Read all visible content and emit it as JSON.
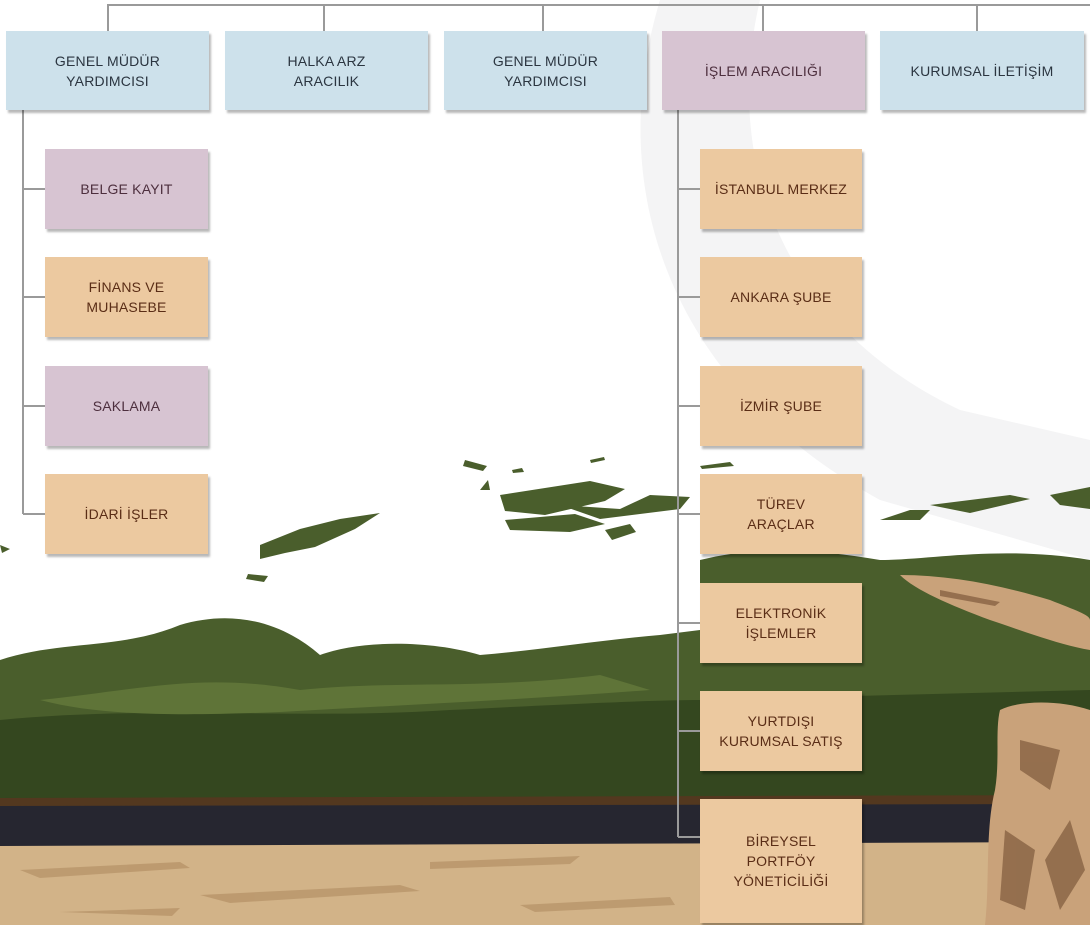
{
  "colors": {
    "blue": "#cde1eb",
    "lilac": "#d7c4d2",
    "tan": "#ecc9a0",
    "connector": "#9a9a9a",
    "grass": "#4a5e2c",
    "road": "#262630",
    "sand": "#d2b388"
  },
  "top_units": [
    {
      "label": "GENEL MÜDÜR\nYARDIMCISI",
      "color": "blue"
    },
    {
      "label": "HALKA ARZ\nARACILIK",
      "color": "blue"
    },
    {
      "label": "GENEL MÜDÜR\nYARDIMCISI",
      "color": "blue"
    },
    {
      "label": "İŞLEM ARACILIĞI",
      "color": "lilac"
    },
    {
      "label": "KURUMSAL İLETİŞİM",
      "color": "blue"
    }
  ],
  "left_branch": [
    {
      "label": "BELGE KAYIT",
      "color": "lilac"
    },
    {
      "label": "FİNANS VE\nMUHASEBE",
      "color": "tan"
    },
    {
      "label": "SAKLAMA",
      "color": "lilac"
    },
    {
      "label": "İDARİ İŞLER",
      "color": "tan"
    }
  ],
  "right_branch": [
    {
      "label": "İSTANBUL MERKEZ",
      "color": "tan"
    },
    {
      "label": "ANKARA ŞUBE",
      "color": "tan"
    },
    {
      "label": "İZMİR ŞUBE",
      "color": "tan"
    },
    {
      "label": "TÜREV\nARAÇLAR",
      "color": "tan"
    },
    {
      "label": "ELEKTRONİK\nİŞLEMLER",
      "color": "tan"
    },
    {
      "label": "YURTDIŞI\nKURUMSAL SATIŞ",
      "color": "tan"
    },
    {
      "label": "BİREYSEL\nPORTFÖY\nYÖNETİCİLİĞİ",
      "color": "tan"
    }
  ]
}
